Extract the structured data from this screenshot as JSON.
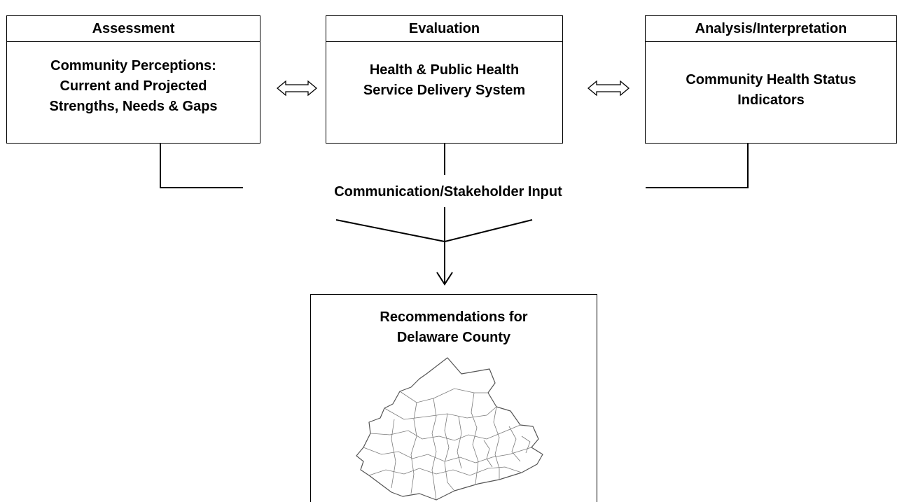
{
  "boxes": {
    "assessment": {
      "header": "Assessment",
      "lines": [
        "Community Perceptions:",
        "Current and Projected",
        "Strengths, Needs & Gaps"
      ]
    },
    "evaluation": {
      "header": "Evaluation",
      "lines": [
        "Health & Public Health",
        "Service Delivery System"
      ]
    },
    "analysis": {
      "header": "Analysis/Interpretation",
      "lines": [
        "Community Health Status",
        "Indicators"
      ]
    },
    "recommendations": {
      "lines": [
        "Recommendations for",
        "Delaware County"
      ]
    }
  },
  "connector_label": "Communication/Stakeholder Input",
  "icons": {
    "bidirectional_arrow": "double-headed-arrow-icon",
    "down_arrow": "down-arrow-icon",
    "map": "delaware-county-map-icon"
  },
  "colors": {
    "stroke": "#000000",
    "background": "#ffffff",
    "map_lines": "#6b6b6b"
  }
}
